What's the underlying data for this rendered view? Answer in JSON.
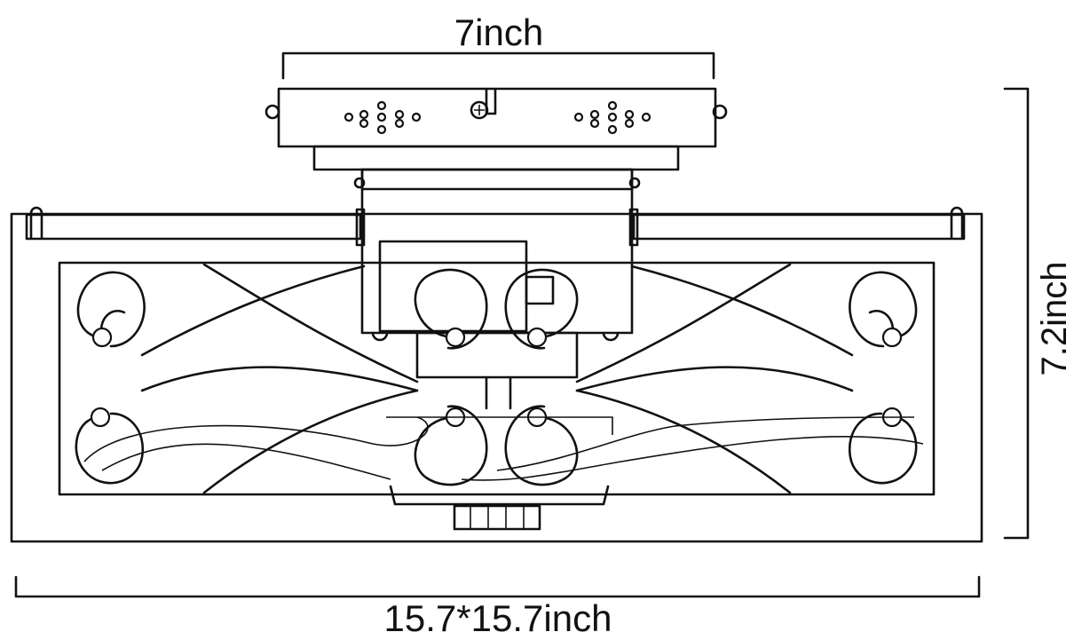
{
  "dimensions": {
    "top_width": "7inch",
    "height": "7.2inch",
    "overall_size": "15.7*15.7inch"
  },
  "colors": {
    "line": "#111111",
    "background": "#ffffff"
  }
}
